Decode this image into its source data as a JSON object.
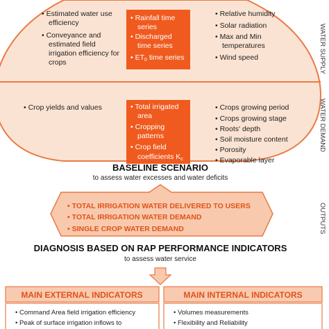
{
  "colors": {
    "ellipse_fill": "#fbe3d3",
    "ellipse_stroke": "#e87a45",
    "orange_box": "#f05a1e",
    "arrow_fill": "#f8c9ad",
    "header_fill": "#f8cbb0",
    "header_text": "#e0521a",
    "dark_text": "#222222"
  },
  "supply": {
    "left": [
      "• Estimated water use",
      "efficiency",
      "• Conveyance and",
      "estimated field",
      "irrigation efficiency for",
      "crops"
    ],
    "center": [
      "• Rainfall time",
      "series",
      "• Discharged",
      "time series",
      "• ET",
      "0",
      " time series"
    ],
    "right": [
      "• Relative humidity",
      "• Solar radiation",
      "• Max and Min",
      "temperatures",
      "• Wind speed"
    ]
  },
  "demand": {
    "left": [
      "• Crop yields and values"
    ],
    "center": [
      "• Total irrigated",
      "area",
      "• Cropping",
      "patterns",
      "• Crop field",
      "coefficients K",
      "c"
    ],
    "right": [
      "• Crops growing period",
      "• Crops growing stage",
      "• Roots' depth",
      "• Soil moisture content",
      "• Porosity",
      "• Evaporable layer"
    ]
  },
  "side_labels": {
    "supply": "WATER SUPPLY",
    "demand": "WATER DEMAND",
    "outputs": "OUTPUTS"
  },
  "baseline": {
    "title": "BASELINE SCENARIO",
    "subtitle": "to assess water excesses and water deficits"
  },
  "outputs": [
    "TOTAL IRRIGATION WATER DELIVERED TO USERS",
    "TOTAL IRRIGATION WATER DEMAND",
    "SINGLE CROP WATER DEMAND"
  ],
  "diagnosis": {
    "title": "DIAGNOSIS BASED ON RAP PERFORMANCE INDICATORS",
    "subtitle": "to assess water service"
  },
  "external": {
    "title": "MAIN EXTERNAL INDICATORS",
    "items": [
      "• Command Area field irrigation efficiency",
      "• Peak of surface irrigation inflows to"
    ]
  },
  "internal": {
    "title": "MAIN INTERNAL INDICATORS",
    "items": [
      "• Volumes measurements",
      "• Flexibility and Reliability"
    ]
  }
}
